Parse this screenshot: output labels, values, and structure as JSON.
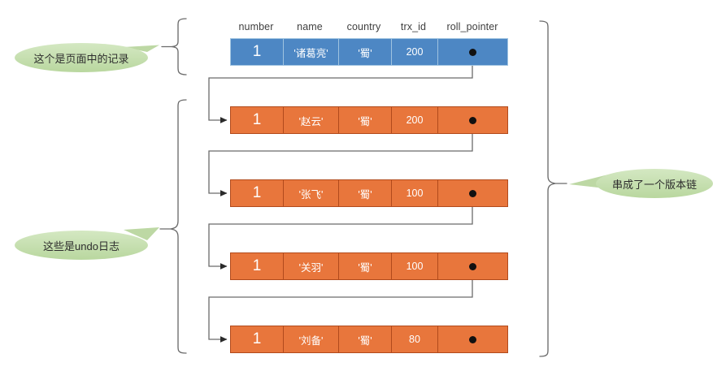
{
  "diagram": {
    "title": "undo log version chain",
    "colors": {
      "page_record_fill": "#4d87c4",
      "page_record_border": "#9fc3e0",
      "undo_record_fill": "#e8763c",
      "undo_record_border": "#b14a1c",
      "callout_fill": "#c5dfae",
      "connector": "#5a5a5a",
      "text_light": "#ffffff",
      "header_text": "#3f3f3f"
    },
    "columns": [
      {
        "key": "number",
        "label": "number"
      },
      {
        "key": "name",
        "label": "name"
      },
      {
        "key": "country",
        "label": "country"
      },
      {
        "key": "trx_id",
        "label": "trx_id"
      },
      {
        "key": "roll_pointer",
        "label": "roll_pointer"
      }
    ],
    "page_record": {
      "kind": "page-record",
      "number": "1",
      "name": "'诸葛亮'",
      "country": "'蜀'",
      "trx_id": "200",
      "roll_pointer": "pointer-dot",
      "has_pointer": true
    },
    "undo_records": [
      {
        "kind": "undo-record",
        "number": "1",
        "name": "'赵云'",
        "country": "'蜀'",
        "trx_id": "200",
        "roll_pointer": "pointer-dot",
        "has_pointer": true
      },
      {
        "kind": "undo-record",
        "number": "1",
        "name": "'张飞'",
        "country": "'蜀'",
        "trx_id": "100",
        "roll_pointer": "pointer-dot",
        "has_pointer": true
      },
      {
        "kind": "undo-record",
        "number": "1",
        "name": "'关羽'",
        "country": "'蜀'",
        "trx_id": "100",
        "roll_pointer": "pointer-dot",
        "has_pointer": true
      },
      {
        "kind": "undo-record",
        "number": "1",
        "name": "'刘备'",
        "country": "'蜀'",
        "trx_id": "80",
        "roll_pointer": "pointer-dot",
        "has_pointer": false
      }
    ],
    "callouts": [
      {
        "id": "page-record-note",
        "text": "这个是页面中的记录",
        "side": "left"
      },
      {
        "id": "undo-log-note",
        "text": "这些是undo日志",
        "side": "left"
      },
      {
        "id": "version-chain-note",
        "text": "串成了一个版本链",
        "side": "right"
      }
    ]
  }
}
